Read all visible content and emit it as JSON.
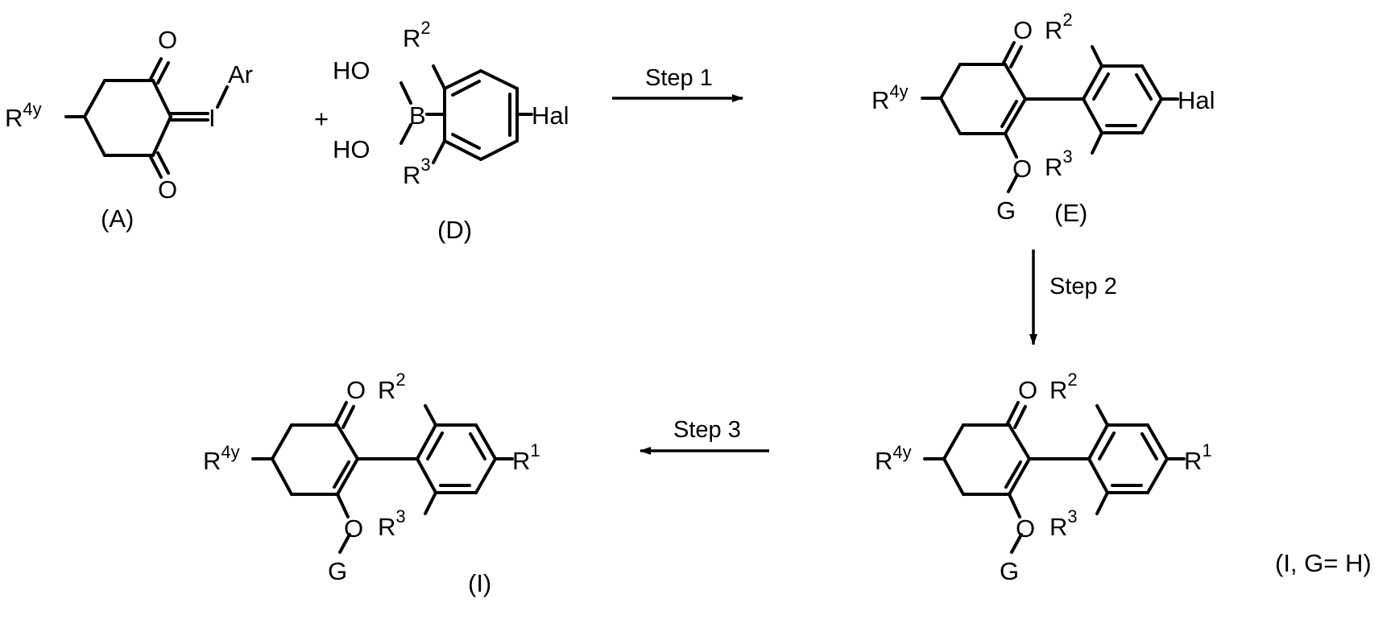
{
  "compounds": {
    "A": {
      "label": "(A)",
      "oxygen_top": "O",
      "oxygen_bottom": "O",
      "iodine": "I",
      "aryl": "Ar",
      "substituent": "R",
      "substituent_sup": "4y"
    },
    "D": {
      "label": "(D)",
      "hydroxyl_top": "HO",
      "hydroxyl_bottom": "HO",
      "boron": "B",
      "halogen": "Hal",
      "r2": "R",
      "r2_sup": "2",
      "r3": "R",
      "r3_sup": "3"
    },
    "E": {
      "label": "(E)",
      "oxygen_top": "O",
      "oxygen_enol": "O",
      "group": "G",
      "substituent": "R",
      "substituent_sup": "4y",
      "halogen": "Hal",
      "r2": "R",
      "r2_sup": "2",
      "r3": "R",
      "r3_sup": "3"
    },
    "IGH": {
      "label": "(I, G= H)",
      "oxygen_top": "O",
      "oxygen_enol": "O",
      "group": "G",
      "substituent": "R",
      "substituent_sup": "4y",
      "r1": "R",
      "r1_sup": "1",
      "r2": "R",
      "r2_sup": "2",
      "r3": "R",
      "r3_sup": "3"
    },
    "I": {
      "label": "(I)",
      "oxygen_top": "O",
      "oxygen_enol": "O",
      "group": "G",
      "substituent": "R",
      "substituent_sup": "4y",
      "r1": "R",
      "r1_sup": "1",
      "r2": "R",
      "r2_sup": "2",
      "r3": "R",
      "r3_sup": "3"
    }
  },
  "plus_sign": "+",
  "steps": {
    "step1": "Step 1",
    "step2": "Step 2",
    "step3": "Step 3"
  }
}
